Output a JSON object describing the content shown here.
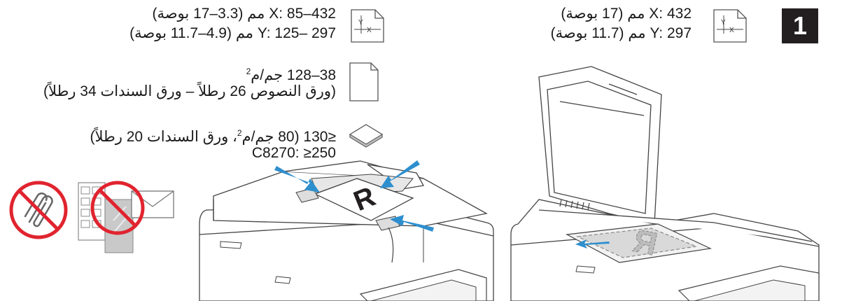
{
  "step": {
    "number": "1"
  },
  "glass": {
    "size_x": "X: 432 مم (17 بوصة)",
    "size_y": "Y: 297 مم (11.7 بوصة)",
    "size_icon": "paper-size-icon"
  },
  "adf": {
    "size_x": "X: 85–432 مم (3.3–17 بوصة)",
    "size_y": "Y: 125– 297 مم (4.9–11.7 بوصة)",
    "weight_line1": "38–128 جم/م",
    "weight_sup": "2",
    "weight_line2": "(ورق النصوص 26 رطلاً – ورق السندات 34 رطلاً)",
    "capacity_line1": "≤130 (80 جم/م",
    "capacity_sup": "2",
    "capacity_line1_end": "، ورق السندات 20 رطلاً)",
    "capacity_line2": "C8270: ≥250",
    "paper_icon": "paper-sheet-icon",
    "stack_icon": "paper-stack-icon"
  },
  "diagram": {
    "document_letter": "R",
    "accent_color": "#2e8fce",
    "prohibit_color": "#e0242f"
  }
}
